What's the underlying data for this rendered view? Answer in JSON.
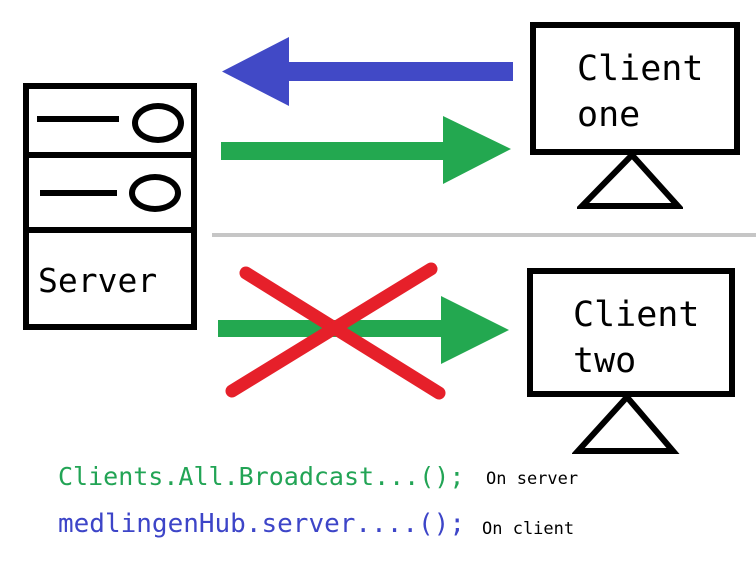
{
  "colors": {
    "arrow_blue": "#4149C6",
    "arrow_green": "#23A850",
    "cross_red": "#E6202A",
    "divider_gray": "#C6C6C6",
    "code_green": "#22A455",
    "code_blue": "#3D45C8",
    "ink": "#000000"
  },
  "diagram": {
    "server": {
      "label": "Server"
    },
    "client_one": {
      "label": "Client\none"
    },
    "client_two": {
      "label": "Client\ntwo"
    }
  },
  "code": {
    "server_call": {
      "text": "Clients.All.Broadcast...();",
      "note": "On server"
    },
    "client_call": {
      "text": "medlingenHub.server....();",
      "note": "On client"
    }
  }
}
